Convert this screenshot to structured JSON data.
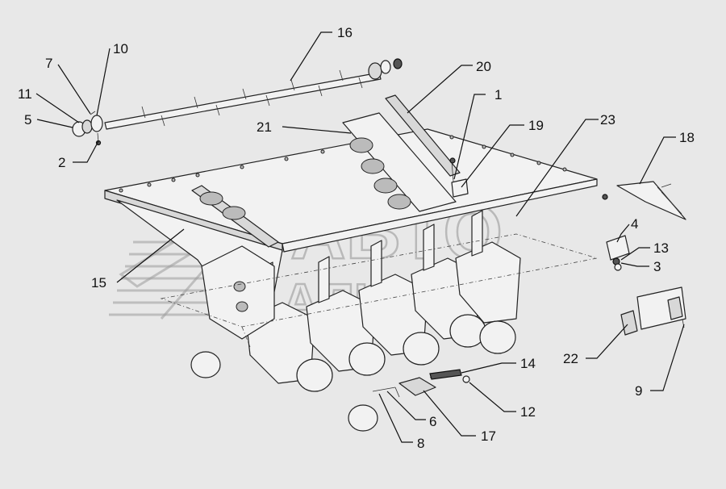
{
  "watermark": {
    "line1": "АВТО",
    "line2": "АЛЬЯНС"
  },
  "callouts": [
    {
      "id": "c1",
      "label": "1"
    },
    {
      "id": "c2",
      "label": "2"
    },
    {
      "id": "c3",
      "label": "3"
    },
    {
      "id": "c4",
      "label": "4"
    },
    {
      "id": "c5",
      "label": "5"
    },
    {
      "id": "c6",
      "label": "6"
    },
    {
      "id": "c7",
      "label": "7"
    },
    {
      "id": "c8",
      "label": "8"
    },
    {
      "id": "c9",
      "label": "9"
    },
    {
      "id": "c10",
      "label": "10"
    },
    {
      "id": "c11",
      "label": "11"
    },
    {
      "id": "c12",
      "label": "12"
    },
    {
      "id": "c13",
      "label": "13"
    },
    {
      "id": "c14",
      "label": "14"
    },
    {
      "id": "c15",
      "label": "15"
    },
    {
      "id": "c16",
      "label": "16"
    },
    {
      "id": "c17",
      "label": "17"
    },
    {
      "id": "c18",
      "label": "18"
    },
    {
      "id": "c19",
      "label": "19"
    },
    {
      "id": "c20",
      "label": "20"
    },
    {
      "id": "c21",
      "label": "21"
    },
    {
      "id": "c22",
      "label": "22"
    },
    {
      "id": "c23",
      "label": "23"
    }
  ]
}
